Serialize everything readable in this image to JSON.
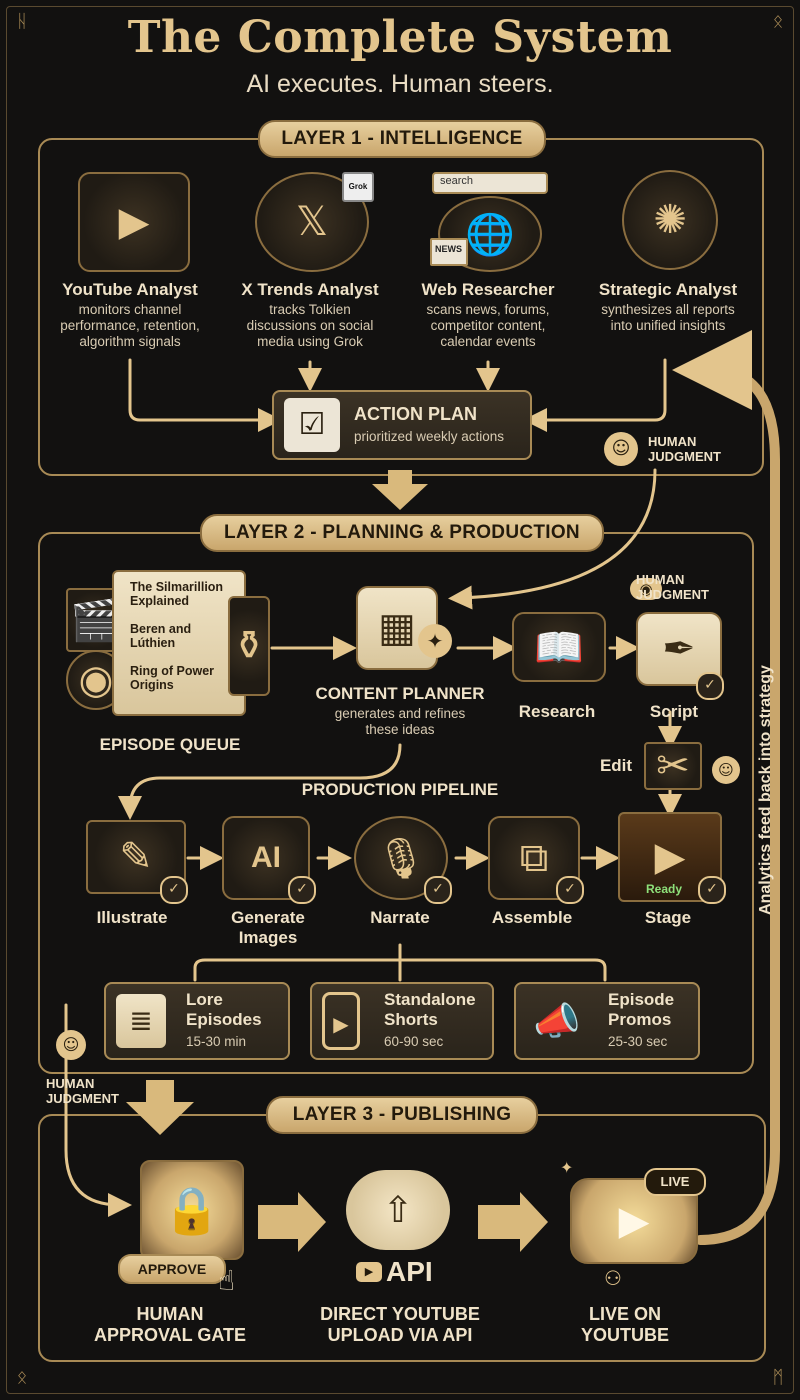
{
  "header": {
    "title": "The Complete System",
    "subtitle": "AI executes. Human steers."
  },
  "layer1": {
    "label": "LAYER 1 - INTELLIGENCE",
    "nodes": [
      {
        "title": "YouTube Analyst",
        "desc": [
          "monitors channel",
          "performance, retention,",
          "algorithm signals"
        ],
        "icon": "youtube-analytics-icon"
      },
      {
        "title": "X Trends Analyst",
        "desc": [
          "tracks Tolkien",
          "discussions on social",
          "media using Grok"
        ],
        "icon": "x-logo-icon",
        "badge": "Grok"
      },
      {
        "title": "Web Researcher",
        "desc": [
          "scans news, forums,",
          "competitor content,",
          "calendar events"
        ],
        "icon": "globe-icon",
        "search_text": "search",
        "news_text": "NEWS"
      },
      {
        "title": "Strategic Analyst",
        "desc": [
          "synthesizes all reports",
          "into unified insights"
        ],
        "icon": "brain-icon"
      }
    ],
    "action_plan": {
      "title": "ACTION PLAN",
      "desc": "prioritized weekly actions"
    },
    "human_judgment": [
      "HUMAN",
      "JUDGMENT"
    ]
  },
  "layer2": {
    "label": "LAYER 2 - PLANNING & PRODUCTION",
    "queue_items": [
      "The Silmarillion Explained",
      "Beren and Lúthien",
      "Ring of Power Origins"
    ],
    "episode_queue": "EPISODE QUEUE",
    "content_planner": {
      "title": "CONTENT PLANNER",
      "desc": [
        "generates and refines",
        "these ideas"
      ]
    },
    "research": "Research",
    "script": "Script",
    "edit": "Edit",
    "human_judgment": [
      "HUMAN",
      "JUDGMENT"
    ],
    "pipeline_label": "PRODUCTION PIPELINE",
    "pipeline": [
      {
        "label": "Illustrate",
        "icon": "illustrate-icon"
      },
      {
        "label": "Generate Images",
        "icon": "ai-chip-icon",
        "chip_text": "AI"
      },
      {
        "label": "Narrate",
        "icon": "microphone-icon"
      },
      {
        "label": "Assemble",
        "icon": "assemble-icon"
      },
      {
        "label": "Stage",
        "icon": "stage-icon",
        "ready": "Ready"
      }
    ],
    "outputs": [
      {
        "title": [
          "Lore",
          "Episodes"
        ],
        "sub": "15-30 min",
        "icon": "scroll-icon"
      },
      {
        "title": [
          "Standalone",
          "Shorts"
        ],
        "sub": "60-90 sec",
        "icon": "phone-icon"
      },
      {
        "title": [
          "Episode",
          "Promos"
        ],
        "sub": "25-30 sec",
        "icon": "megaphone-icon"
      }
    ]
  },
  "layer3": {
    "label": "LAYER 3 - PUBLISHING",
    "human_judgment": [
      "HUMAN",
      "JUDGMENT"
    ],
    "approve_button": "APPROVE",
    "gate": [
      "HUMAN",
      "APPROVAL GATE"
    ],
    "api_label": "API",
    "upload": [
      "DIRECT YOUTUBE",
      "UPLOAD VIA API"
    ],
    "live_badge": "LIVE",
    "live": [
      "LIVE ON",
      "YOUTUBE"
    ]
  },
  "feedback_label": "Analytics feed back into strategy",
  "colors": {
    "gold": "#e3c58d",
    "border": "#a88a55",
    "background": "#121110"
  }
}
